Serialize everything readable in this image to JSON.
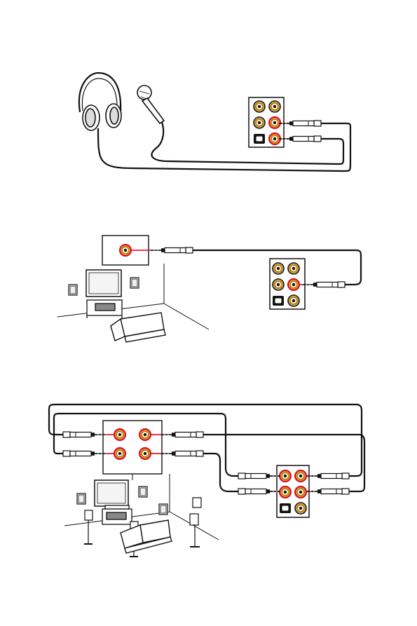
{
  "page": {
    "number": ""
  },
  "diagrams": [
    {
      "name": "headphone-and-microphone-connection"
    },
    {
      "name": "stereo-speaker-connection"
    },
    {
      "name": "multi-channel-speaker-connection"
    }
  ],
  "icons": [
    "headphones-icon",
    "microphone-icon",
    "audio-jack-panel-icon",
    "audio-plug-icon",
    "television-icon",
    "speaker-icon",
    "sofa-icon",
    "av-receiver-icon",
    "floor-speaker-icon"
  ],
  "colors": {
    "line": "#111111",
    "jack_highlight": "#e0001b",
    "jack_ring": "#c48a1a"
  }
}
